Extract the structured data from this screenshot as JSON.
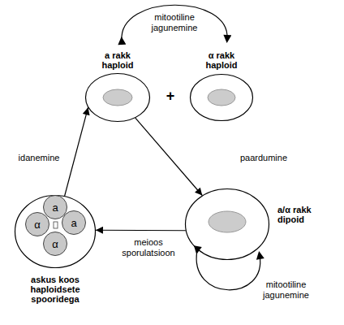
{
  "diagram": {
    "nodes": [
      {
        "text": [
          "a rakk haploid"
        ]
      },
      {
        "text": [
          "α rakk haploid"
        ]
      },
      {
        "text": [
          "a/α rakk dipoid"
        ]
      },
      {
        "text": [
          "askus koos haploidsete spooridega"
        ]
      },
      {
        "text": [
          "a"
        ],
        "in": 3
      },
      {
        "text": [
          "α"
        ],
        "in": 3
      },
      {
        "text": [
          "a"
        ],
        "in": 3
      },
      {
        "text": [
          "α"
        ],
        "in": 3
      }
    ],
    "edges": [
      {
        "from": 0,
        "to": 2,
        "label": "paardumine",
        "arrow": "to"
      },
      {
        "from": 2,
        "to": 3,
        "label": "meioos sporulatsioon",
        "arrow": "to"
      },
      {
        "from": 3,
        "to": 0,
        "label": "idanemine",
        "arrow": "to"
      }
    ],
    "labels": [
      "mitootiline jagunemine",
      "+",
      "mitootiline jagunemine"
    ]
  }
}
